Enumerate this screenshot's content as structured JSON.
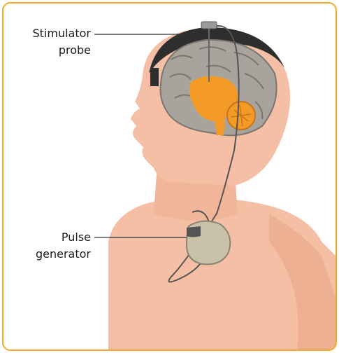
{
  "labels": {
    "stimulator_probe": [
      "Stimulator",
      "probe"
    ],
    "pulse_generator": [
      "Pulse",
      "generator"
    ]
  },
  "colors": {
    "frame": "#f0a82a",
    "skin": "#f5bfa5",
    "skin_shadow": "#eaa98c",
    "brain": "#a8a39c",
    "brain_core": "#f39a27",
    "hair": "#2e2e2e",
    "device": "#c9c2a8"
  }
}
